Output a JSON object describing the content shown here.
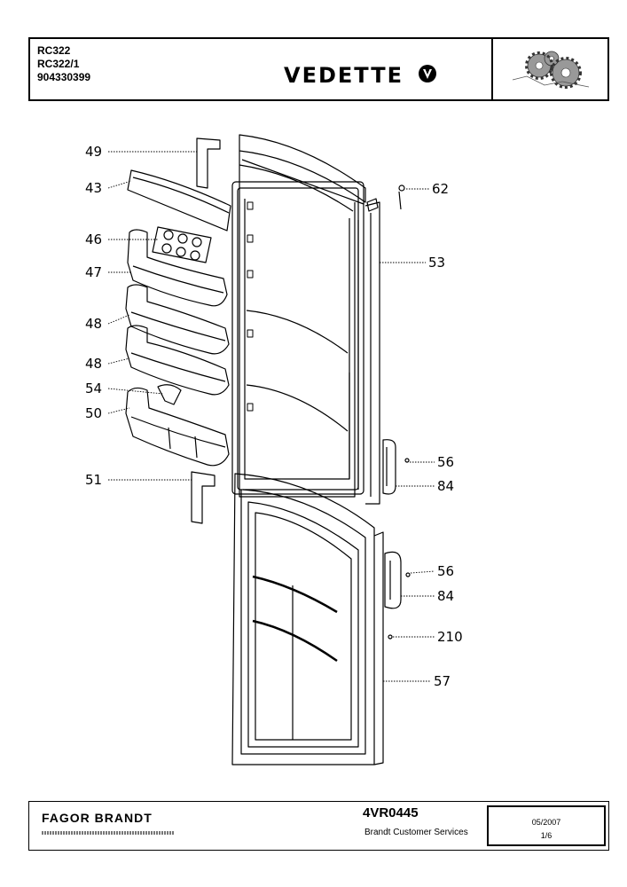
{
  "header": {
    "model_lines": [
      "RC322",
      "RC322/1",
      "904330399"
    ],
    "brand": "VEDETTE"
  },
  "parts": [
    {
      "id": "part-49",
      "label": "49"
    },
    {
      "id": "part-43",
      "label": "43"
    },
    {
      "id": "part-46",
      "label": "46"
    },
    {
      "id": "part-47",
      "label": "47"
    },
    {
      "id": "part-48a",
      "label": "48"
    },
    {
      "id": "part-48b",
      "label": "48"
    },
    {
      "id": "part-54",
      "label": "54"
    },
    {
      "id": "part-50",
      "label": "50"
    },
    {
      "id": "part-51",
      "label": "51"
    },
    {
      "id": "part-62",
      "label": "62"
    },
    {
      "id": "part-53",
      "label": "53"
    },
    {
      "id": "part-56a",
      "label": "56"
    },
    {
      "id": "part-84a",
      "label": "84"
    },
    {
      "id": "part-56b",
      "label": "56"
    },
    {
      "id": "part-84b",
      "label": "84"
    },
    {
      "id": "part-210",
      "label": "210"
    },
    {
      "id": "part-57",
      "label": "57"
    }
  ],
  "footer": {
    "company": "FAGOR BRANDT",
    "doc_number": "4VR0445",
    "service": "Brandt Customer Services",
    "date": "05/2007",
    "page": "1/6"
  }
}
